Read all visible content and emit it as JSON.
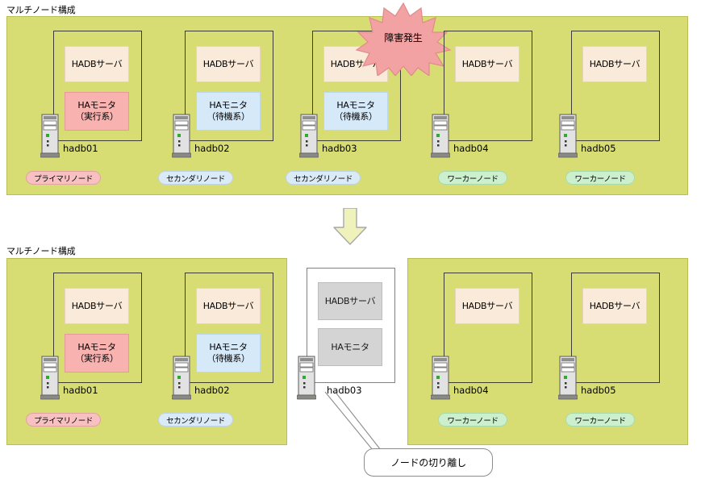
{
  "diagram": {
    "title_top": "マルチノード構成",
    "title_bottom": "マルチノード構成",
    "failure_label": "障害発生",
    "callout_label": "ノードの切り離し",
    "colors": {
      "panel_bg": "#d7dd72",
      "hadb_box": "#faead9",
      "ha_active_box": "#f8b2b0",
      "ha_standby_box": "#d6e9f8",
      "disabled_box": "#d4d4d4",
      "badge_primary": "#f8c0c0",
      "badge_secondary": "#dbeaf7",
      "badge_worker": "#ccf0ce",
      "starburst": "#f2a2a2",
      "arrow": "#eff2ba"
    },
    "labels": {
      "hadb_server": "HADBサーバ",
      "ha_monitor": "HAモニタ",
      "ha_monitor_active_l1": "HAモニタ",
      "ha_monitor_active_l2": "（実行系）",
      "ha_monitor_standby_l1": "HAモニタ",
      "ha_monitor_standby_l2": "（待機系）"
    },
    "roles": {
      "primary": "プライマリノード",
      "secondary": "セカンダリノード",
      "worker": "ワーカーノード"
    },
    "top_nodes": [
      {
        "host": "hadb01",
        "role": "プライマリノード",
        "role_type": "primary",
        "hadb": "HADBサーバ",
        "ha_line1": "HAモニタ",
        "ha_line2": "（実行系）",
        "ha_state": "active"
      },
      {
        "host": "hadb02",
        "role": "セカンダリノード",
        "role_type": "secondary",
        "hadb": "HADBサーバ",
        "ha_line1": "HAモニタ",
        "ha_line2": "（待機系）",
        "ha_state": "standby"
      },
      {
        "host": "hadb03",
        "role": "セカンダリノード",
        "role_type": "secondary",
        "hadb": "HADBサーバ",
        "ha_line1": "HAモニタ",
        "ha_line2": "（待機系）",
        "ha_state": "standby"
      },
      {
        "host": "hadb04",
        "role": "ワーカーノード",
        "role_type": "worker",
        "hadb": "HADBサーバ",
        "ha_line1": "",
        "ha_line2": "",
        "ha_state": "none"
      },
      {
        "host": "hadb05",
        "role": "ワーカーノード",
        "role_type": "worker",
        "hadb": "HADBサーバ",
        "ha_line1": "",
        "ha_line2": "",
        "ha_state": "none"
      }
    ],
    "bottom_nodes": [
      {
        "host": "hadb01",
        "role": "プライマリノード",
        "role_type": "primary",
        "hadb": "HADBサーバ",
        "ha_line1": "HAモニタ",
        "ha_line2": "（実行系）",
        "ha_state": "active"
      },
      {
        "host": "hadb02",
        "role": "セカンダリノード",
        "role_type": "secondary",
        "hadb": "HADBサーバ",
        "ha_line1": "HAモニタ",
        "ha_line2": "（待機系）",
        "ha_state": "standby"
      },
      {
        "host": "hadb03",
        "role": "",
        "role_type": "none",
        "hadb": "HADBサーバ",
        "ha_line1": "HAモニタ",
        "ha_line2": "",
        "ha_state": "disabled"
      },
      {
        "host": "hadb04",
        "role": "ワーカーノード",
        "role_type": "worker",
        "hadb": "HADBサーバ",
        "ha_line1": "",
        "ha_line2": "",
        "ha_state": "none"
      },
      {
        "host": "hadb05",
        "role": "ワーカーノード",
        "role_type": "worker",
        "hadb": "HADBサーバ",
        "ha_line1": "",
        "ha_line2": "",
        "ha_state": "none"
      }
    ]
  }
}
